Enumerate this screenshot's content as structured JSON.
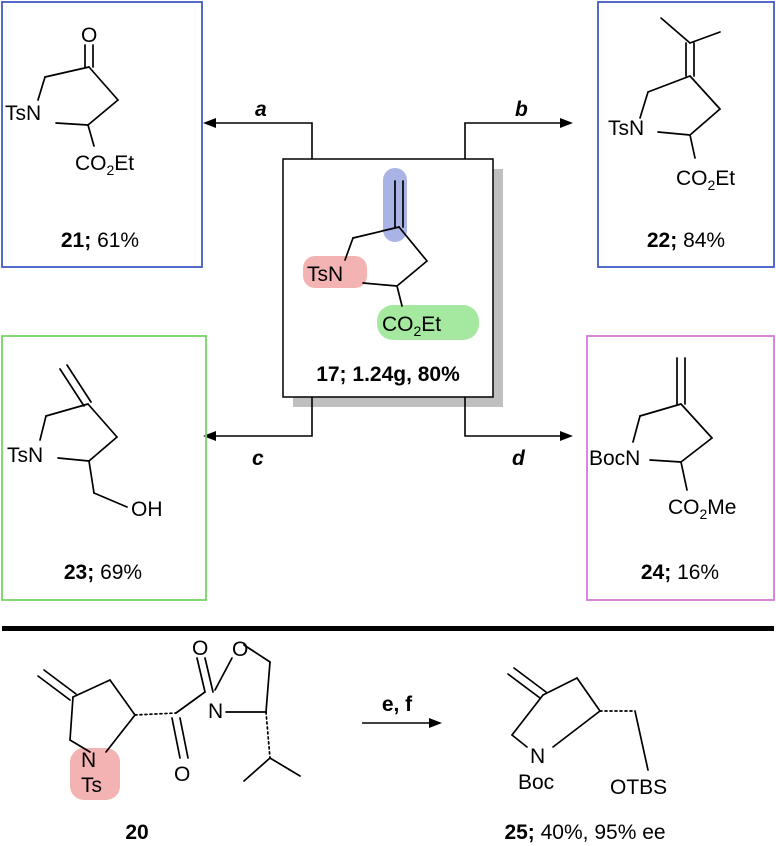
{
  "colors": {
    "blue_box": "#3f5bc4",
    "green_box": "#77d366",
    "pink_box": "#d57ad9",
    "highlight_blue": "#aab3e6",
    "highlight_red": "#f4b3b3",
    "highlight_green": "#a5e8a0",
    "shadow": "#bfbfbf"
  },
  "center": {
    "label_n": "TsN",
    "ester": "CO",
    "ester_sub": "2",
    "ester_tail": "Et",
    "caption": "17; 1.24g, 80%"
  },
  "reactions": [
    {
      "letter": "a"
    },
    {
      "letter": "b"
    },
    {
      "letter": "c"
    },
    {
      "letter": "d"
    }
  ],
  "products": {
    "p21": {
      "o": "O",
      "n": "TsN",
      "ester": "CO",
      "sub": "2",
      "tail": "Et",
      "num": "21;",
      "yield": " 61%"
    },
    "p22": {
      "n": "TsN",
      "ester": "CO",
      "sub": "2",
      "tail": "Et",
      "num": "22;",
      "yield": " 84%"
    },
    "p23": {
      "n": "TsN",
      "oh": "OH",
      "num": "23;",
      "yield": " 69%"
    },
    "p24": {
      "n": "BocN",
      "ester": "CO",
      "sub": "2",
      "tail": "Me",
      "num": "24;",
      "yield": " 16%"
    }
  },
  "bottom": {
    "sm": {
      "o_carbonyl": "O",
      "o_ring": "O",
      "n_ring": "N",
      "o_amide": "O",
      "n": "N",
      "ts": "Ts",
      "num": "20"
    },
    "conditions": "e, f",
    "prod": {
      "n": "N",
      "boc": "Boc",
      "otbs": "OTBS",
      "num": "25;",
      "yield": " 40%, 95% ee"
    }
  }
}
